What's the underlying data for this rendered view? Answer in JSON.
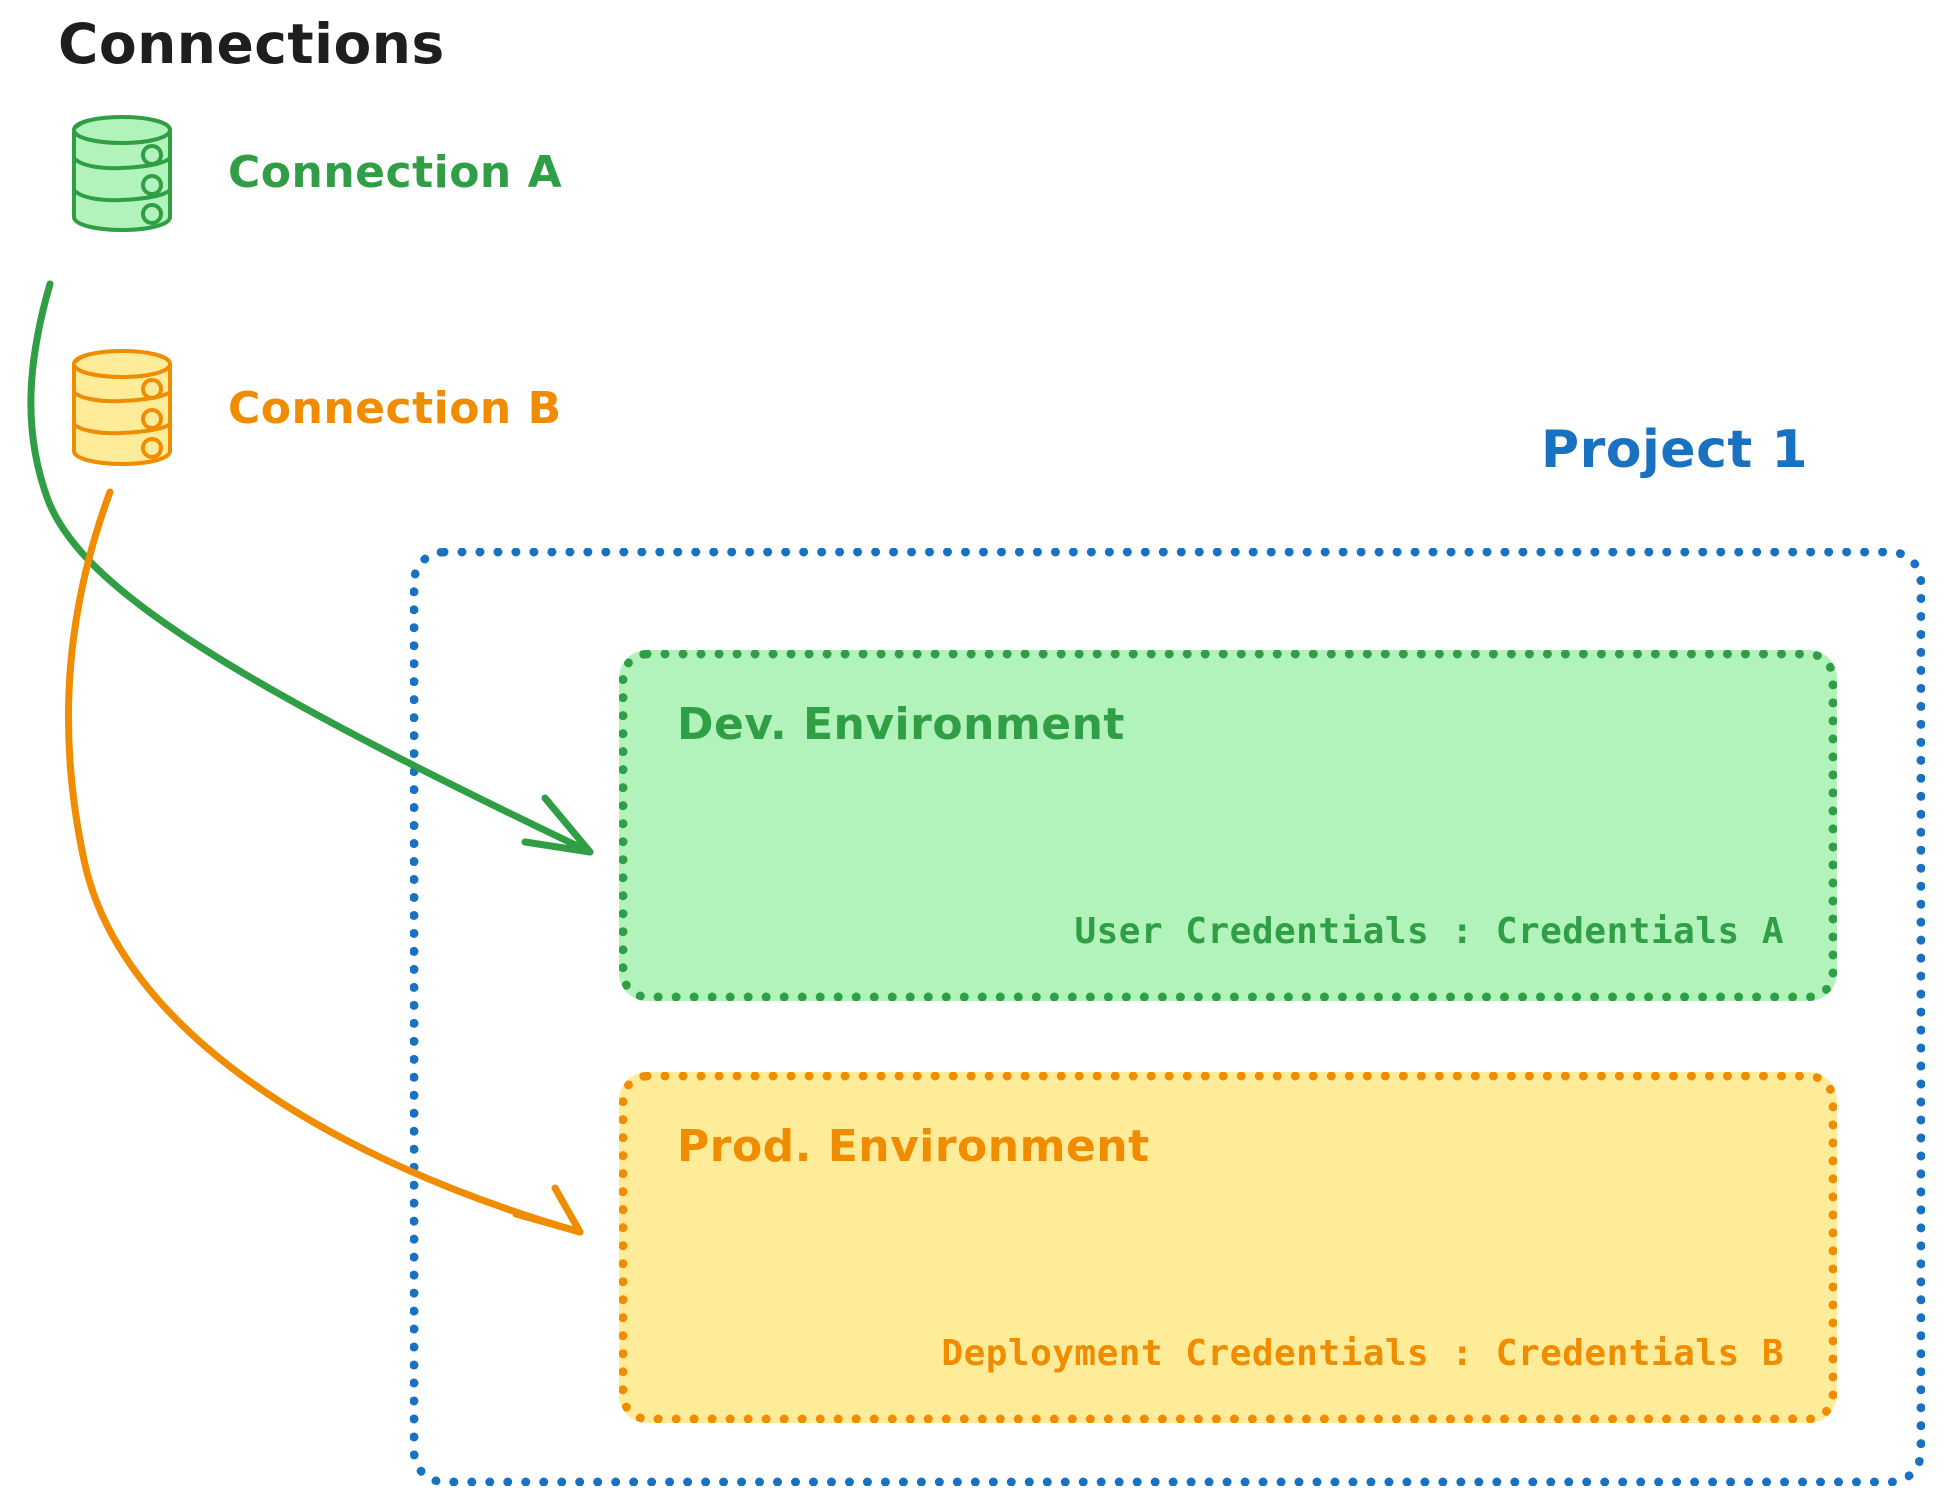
{
  "diagram": {
    "title": "Connections",
    "colors": {
      "green_stroke": "#2f9e44",
      "green_fill": "#b2f2bb",
      "orange_stroke": "#f08c00",
      "orange_fill": "#ffec99",
      "blue_stroke": "#1971c2",
      "title_color": "#1e1e1e"
    },
    "connections": [
      {
        "id": "a",
        "label": "Connection A",
        "icon": "database-cylinder-icon",
        "color": "#2f9e44"
      },
      {
        "id": "b",
        "label": "Connection B",
        "icon": "database-cylinder-icon",
        "color": "#f08c00"
      }
    ],
    "project": {
      "label": "Project 1",
      "environments": [
        {
          "id": "dev",
          "title": "Dev. Environment",
          "credentials_label": "User Credentials",
          "credentials_value": "Credentials A",
          "credentials_line": "User Credentials : Credentials A",
          "color": "#2f9e44"
        },
        {
          "id": "prod",
          "title": "Prod. Environment",
          "credentials_label": "Deployment Credentials",
          "credentials_value": "Credentials B",
          "credentials_line": "Deployment Credentials : Credentials B",
          "color": "#f08c00"
        }
      ]
    },
    "edges": [
      {
        "from": "Connection A",
        "to": "Dev. Environment",
        "color": "#2f9e44"
      },
      {
        "from": "Connection B",
        "to": "Prod. Environment",
        "color": "#f08c00"
      }
    ]
  }
}
